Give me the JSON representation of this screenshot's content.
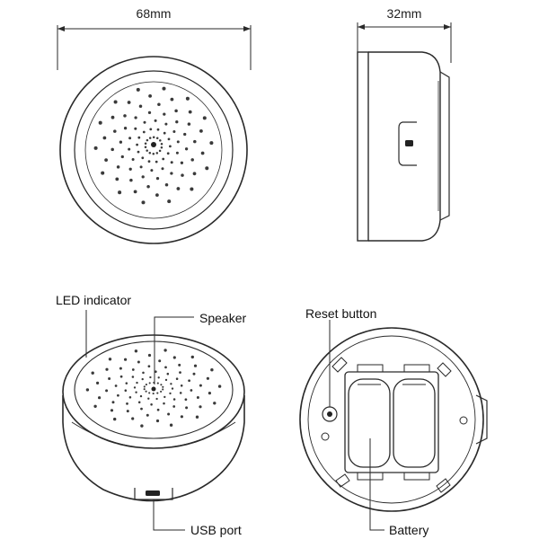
{
  "dimensions": {
    "width": "68mm",
    "height": "32mm"
  },
  "callouts": {
    "led_indicator": "LED indicator",
    "speaker": "Speaker",
    "reset_button": "Reset button",
    "usb_port": "USB port",
    "battery": "Battery"
  }
}
